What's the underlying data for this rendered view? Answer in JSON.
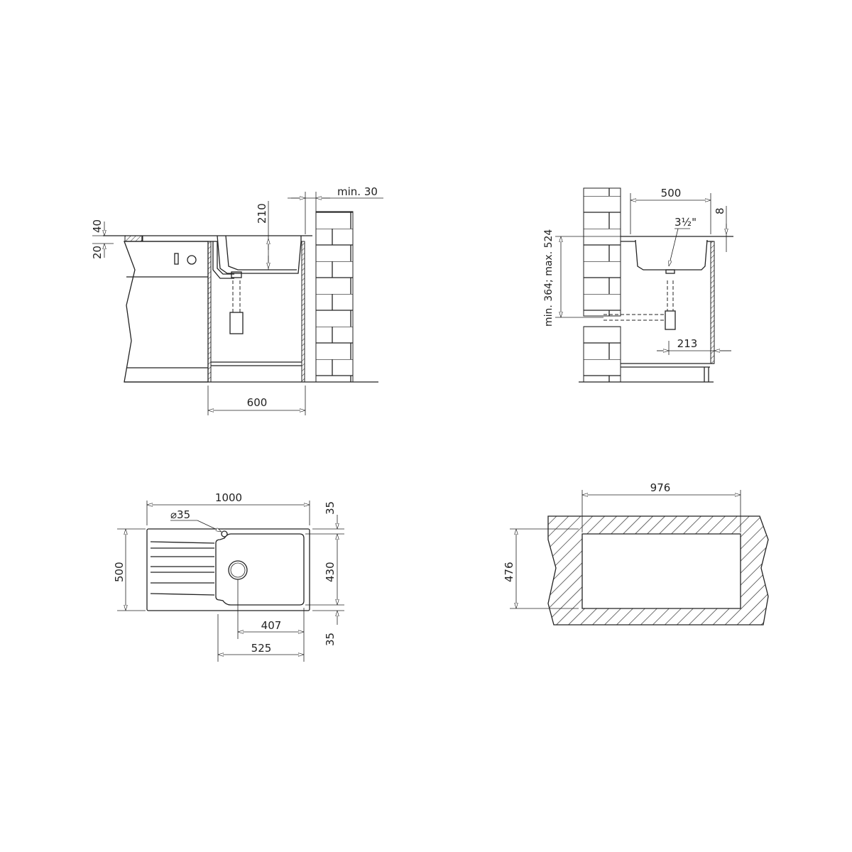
{
  "views": {
    "side_view_front": {
      "dim_depth_counter_20": "20",
      "dim_depth_counter_40": "40",
      "dim_bowl_depth": "210",
      "dim_wall_gap": "min. 30",
      "dim_cabinet_width": "600"
    },
    "side_view_section": {
      "dim_bowl_width": "500",
      "dim_rim": "8",
      "drain_size": "3½\"",
      "dim_drain_height": "min. 364; max. 524",
      "dim_drain_offset": "213"
    },
    "top_view": {
      "dim_total_length": "1000",
      "dim_tap_hole": "⌀35",
      "dim_total_width": "500",
      "dim_margin_top": "35",
      "dim_bowl_length": "430",
      "dim_margin_bottom": "35",
      "dim_drain_to_edge": "407",
      "dim_bowl_section": "525"
    },
    "cutout_view": {
      "dim_cutout_length": "976",
      "dim_cutout_width": "476"
    }
  },
  "colors": {
    "line": "#222222",
    "background": "#ffffff"
  }
}
